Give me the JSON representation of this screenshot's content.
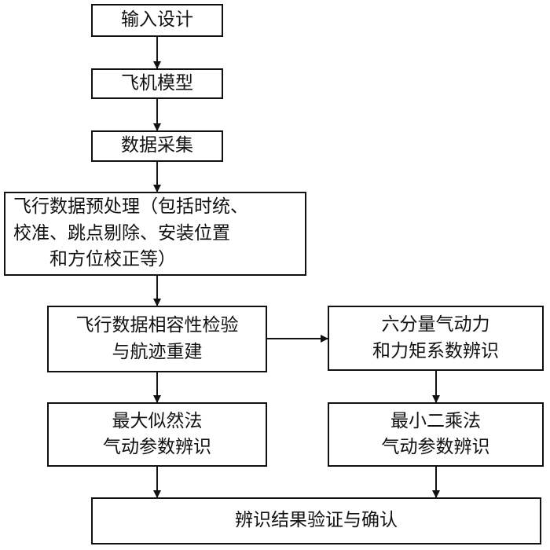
{
  "flowchart": {
    "input_design": "输入设计",
    "aircraft_model": "飞机模型",
    "data_acquisition": "数据采集",
    "preprocessing": [
      "飞行数据预处理（包括时统、",
      "校准、跳点剔除、安装位置",
      "和方位校正等）"
    ],
    "compatibility_check": [
      "飞行数据相容性检验",
      "与航迹重建"
    ],
    "six_component": [
      "六分量气动力",
      "和力矩系数辨识"
    ],
    "max_likelihood": [
      "最大似然法",
      "气动参数辨识"
    ],
    "least_squares": [
      "最小二乘法",
      "气动参数辨识"
    ],
    "validation": "辨识结果验证与确认"
  }
}
